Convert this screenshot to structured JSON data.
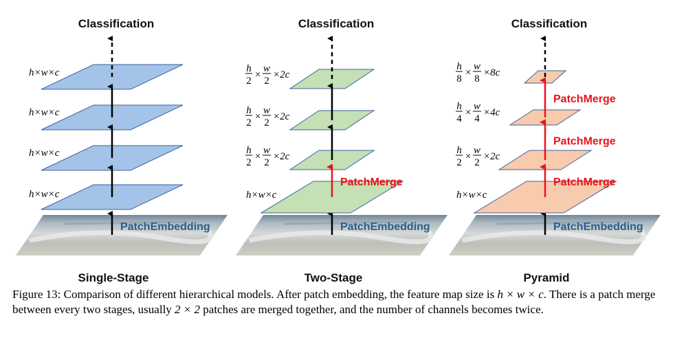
{
  "columns": [
    {
      "top_label": "Classification",
      "stage_name": "Single-Stage",
      "embed_label": "PatchEmbedding",
      "feature_color": "#a3c4e8",
      "feature_stroke": "#3e5fa0",
      "layers": [
        {
          "dims": "h×w×c"
        },
        {
          "dims": "h×w×c"
        },
        {
          "dims": "h×w×c"
        },
        {
          "dims": "h×w×c"
        }
      ],
      "merges": []
    },
    {
      "top_label": "Classification",
      "stage_name": "Two-Stage",
      "embed_label": "PatchEmbedding",
      "feature_color": "#c5e0b4",
      "feature_stroke": "#3e5fa0",
      "layers": [
        {
          "dims": "h×w×c"
        },
        {
          "frac": [
            "h",
            "2",
            "w",
            "2"
          ],
          "tail": "×2c"
        },
        {
          "frac": [
            "h",
            "2",
            "w",
            "2"
          ],
          "tail": "×2c"
        },
        {
          "frac": [
            "h",
            "2",
            "w",
            "2"
          ],
          "tail": "×2c"
        }
      ],
      "merges": [
        "PatchMerge"
      ]
    },
    {
      "top_label": "Classification",
      "stage_name": "Pyramid",
      "embed_label": "PatchEmbedding",
      "feature_color": "#f8cbad",
      "feature_stroke": "#3e5fa0",
      "layers": [
        {
          "dims": "h×w×c"
        },
        {
          "frac": [
            "h",
            "2",
            "w",
            "2"
          ],
          "tail": "×2c"
        },
        {
          "frac": [
            "h",
            "4",
            "w",
            "4"
          ],
          "tail": "×4c"
        },
        {
          "frac": [
            "h",
            "8",
            "w",
            "8"
          ],
          "tail": "×8c"
        }
      ],
      "merges": [
        "PatchMerge",
        "PatchMerge",
        "PatchMerge"
      ]
    }
  ],
  "caption": {
    "label": "Figure 13:",
    "text_1": "Comparison of different hierarchical models. After patch embedding, the feature map size is",
    "math_1": "h × w × c",
    "text_2": ". There is a patch merge between every two stages, usually",
    "math_2": "2 × 2",
    "text_3": "patches are merged together, and the number of channels becomes twice."
  },
  "colors": {
    "arrow_black": "#000000",
    "arrow_red": "#e8141a",
    "embed_text": "#2b5d8c"
  }
}
